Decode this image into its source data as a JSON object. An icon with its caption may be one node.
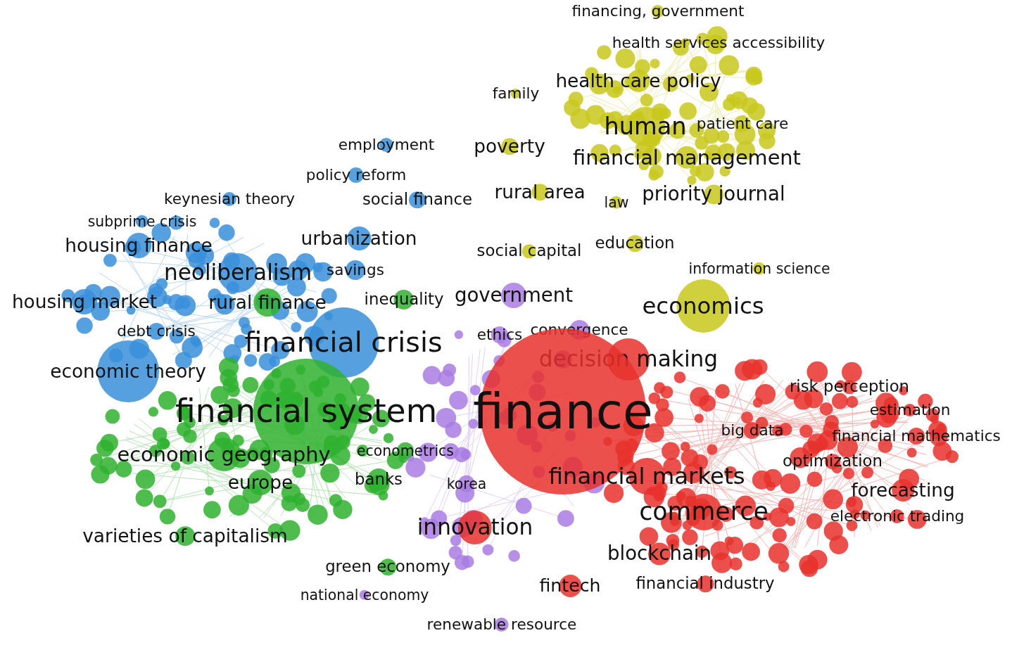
{
  "diagram": {
    "nodes": [
      {
        "text": [
          "financing, government"
        ]
      },
      {
        "text": [
          "health services accessibility"
        ]
      },
      {
        "text": [
          "health care policy"
        ]
      },
      {
        "text": [
          "family"
        ]
      },
      {
        "text": [
          "human"
        ]
      },
      {
        "text": [
          "patient care"
        ]
      },
      {
        "text": [
          "employment"
        ]
      },
      {
        "text": [
          "poverty"
        ]
      },
      {
        "text": [
          "financial management"
        ]
      },
      {
        "text": [
          "policy reform"
        ]
      },
      {
        "text": [
          "rural area"
        ]
      },
      {
        "text": [
          "keynesian theory"
        ]
      },
      {
        "text": [
          "social finance"
        ]
      },
      {
        "text": [
          "priority journal"
        ]
      },
      {
        "text": [
          "law"
        ]
      },
      {
        "text": [
          "subprime crisis"
        ]
      },
      {
        "text": [
          "urbanization"
        ]
      },
      {
        "text": [
          "housing finance"
        ]
      },
      {
        "text": [
          "social capital"
        ]
      },
      {
        "text": [
          "education"
        ]
      },
      {
        "text": [
          "information science"
        ]
      },
      {
        "text": [
          "neoliberalism"
        ]
      },
      {
        "text": [
          "savings"
        ]
      },
      {
        "text": [
          "housing market"
        ]
      },
      {
        "text": [
          "rural finance"
        ]
      },
      {
        "text": [
          "inequality"
        ]
      },
      {
        "text": [
          "government"
        ]
      },
      {
        "text": [
          "economics"
        ]
      },
      {
        "text": [
          "debt crisis"
        ]
      },
      {
        "text": [
          "ethics"
        ]
      },
      {
        "text": [
          "convergence"
        ]
      },
      {
        "text": [
          "financial crisis"
        ]
      },
      {
        "text": [
          "decision making"
        ]
      },
      {
        "text": [
          "economic theory"
        ]
      },
      {
        "text": [
          "risk perception"
        ]
      },
      {
        "text": [
          "finance"
        ]
      },
      {
        "text": [
          "financial system"
        ]
      },
      {
        "text": [
          "estimation"
        ]
      },
      {
        "text": [
          "big data"
        ]
      },
      {
        "text": [
          "financial mathematics"
        ]
      },
      {
        "text": [
          "economic geography"
        ]
      },
      {
        "text": [
          "econometrics"
        ]
      },
      {
        "text": [
          "optimization"
        ]
      },
      {
        "text": [
          "financial markets"
        ]
      },
      {
        "text": [
          "europe"
        ]
      },
      {
        "text": [
          "banks"
        ]
      },
      {
        "text": [
          "korea"
        ]
      },
      {
        "text": [
          "forecasting"
        ]
      },
      {
        "text": [
          "commerce"
        ]
      },
      {
        "text": [
          "electronic trading"
        ]
      },
      {
        "text": [
          "innovation"
        ]
      },
      {
        "text": [
          "varieties of capitalism"
        ]
      },
      {
        "text": [
          "blockchain"
        ]
      },
      {
        "text": [
          "green economy"
        ]
      },
      {
        "text": [
          "fintech"
        ]
      },
      {
        "text": [
          "financial industry"
        ]
      },
      {
        "text": [
          "national economy"
        ]
      },
      {
        "text": [
          "renewable resource"
        ]
      }
    ]
  }
}
